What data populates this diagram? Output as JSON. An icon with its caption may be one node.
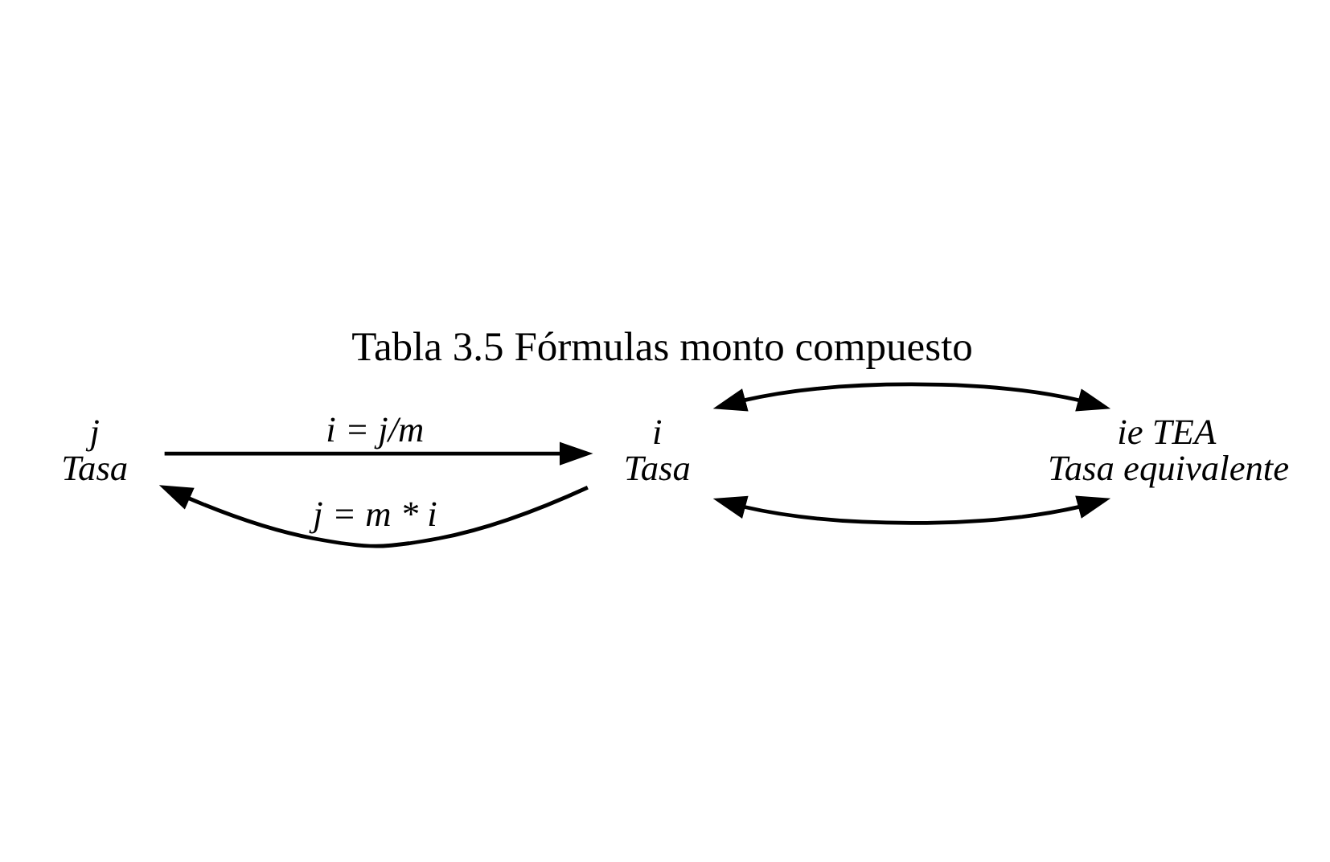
{
  "diagram": {
    "title": "Tabla 3.5 Fórmulas monto compuesto",
    "nodes": [
      {
        "text": [
          "j",
          "Tasa"
        ]
      },
      {
        "text": [
          "i",
          "Tasa"
        ]
      },
      {
        "text": [
          "ie TEA",
          "Tasa equivalente"
        ]
      }
    ],
    "edges": [
      {
        "from": 0,
        "to": 1,
        "arrow": "to",
        "label": "i = j/m"
      },
      {
        "from": 1,
        "to": 0,
        "arrow": "to",
        "label": "j = m * i"
      },
      {
        "from": 1,
        "to": 2,
        "arrow": "both"
      },
      {
        "from": 1,
        "to": 2,
        "arrow": "both"
      }
    ]
  }
}
